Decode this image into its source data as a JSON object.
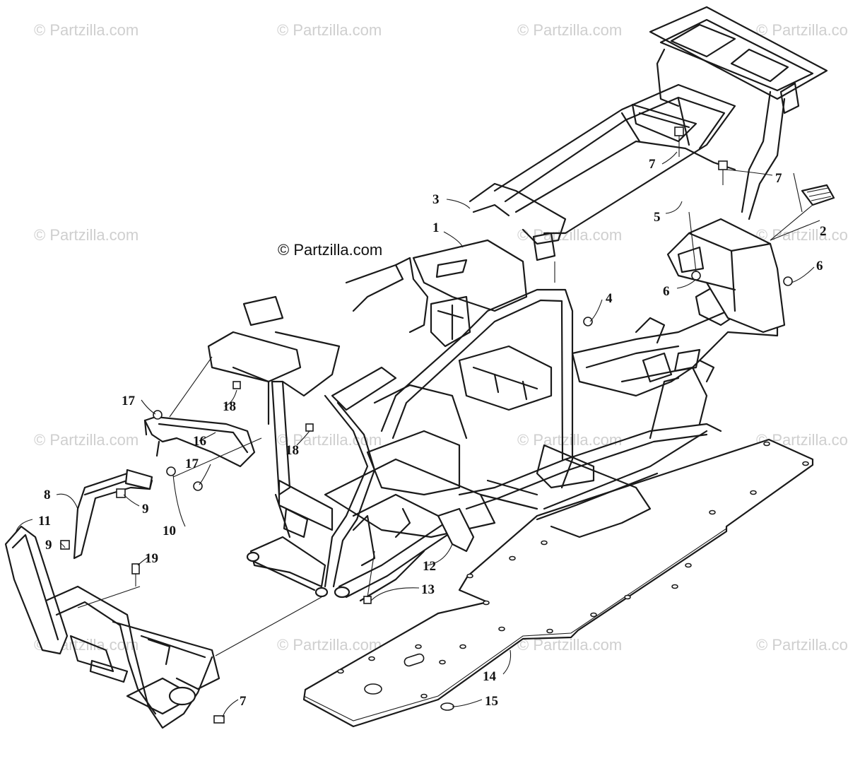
{
  "watermark_text": "© Partzilla.com",
  "credit_text": "© Partzilla.com",
  "callouts": [
    {
      "id": "c1",
      "label": "1"
    },
    {
      "id": "c2",
      "label": "2"
    },
    {
      "id": "c3",
      "label": "3"
    },
    {
      "id": "c4",
      "label": "4"
    },
    {
      "id": "c5",
      "label": "5"
    },
    {
      "id": "c6a",
      "label": "6"
    },
    {
      "id": "c6b",
      "label": "6"
    },
    {
      "id": "c7a",
      "label": "7"
    },
    {
      "id": "c7b",
      "label": "7"
    },
    {
      "id": "c7c",
      "label": "7"
    },
    {
      "id": "c8",
      "label": "8"
    },
    {
      "id": "c9a",
      "label": "9"
    },
    {
      "id": "c9b",
      "label": "9"
    },
    {
      "id": "c10",
      "label": "10"
    },
    {
      "id": "c11",
      "label": "11"
    },
    {
      "id": "c12",
      "label": "12"
    },
    {
      "id": "c13",
      "label": "13"
    },
    {
      "id": "c14",
      "label": "14"
    },
    {
      "id": "c15",
      "label": "15"
    },
    {
      "id": "c16",
      "label": "16"
    },
    {
      "id": "c17a",
      "label": "17"
    },
    {
      "id": "c17b",
      "label": "17"
    },
    {
      "id": "c18a",
      "label": "18"
    },
    {
      "id": "c18b",
      "label": "18"
    },
    {
      "id": "c19",
      "label": "19"
    }
  ],
  "colors": {
    "line": "#1a1a1a",
    "watermark": "#cfcfcf",
    "background": "#ffffff"
  }
}
